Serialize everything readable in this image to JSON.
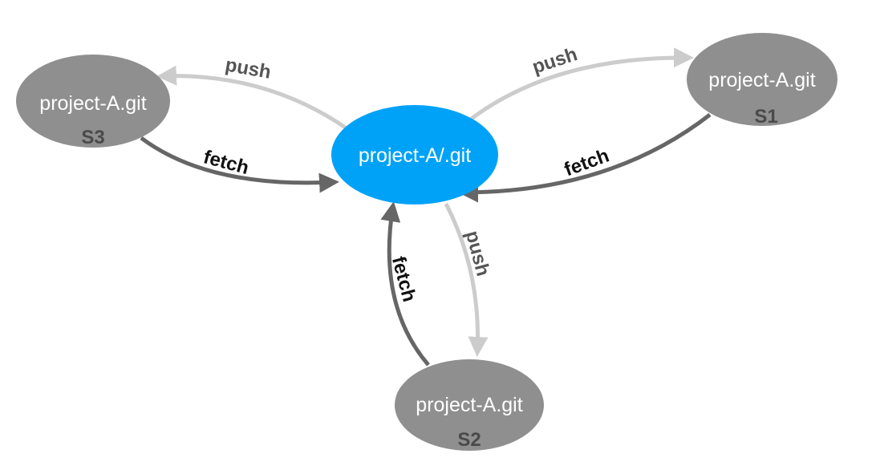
{
  "diagram": {
    "title": "",
    "colors": {
      "local": "#00a2f7",
      "remote": "#8f8f8f",
      "push_edge": "#cccccc",
      "fetch_edge": "#666666",
      "remote_subtitle": "#4a4a4a"
    },
    "nodes": {
      "local": {
        "label": "project-A/.git"
      },
      "s1": {
        "label": "project-A.git",
        "subtitle": "S1"
      },
      "s2": {
        "label": "project-A.git",
        "subtitle": "S2"
      },
      "s3": {
        "label": "project-A.git",
        "subtitle": "S3"
      }
    },
    "edges": {
      "push_s3": {
        "label": "push",
        "from": "project-A/.git",
        "to": "S3"
      },
      "fetch_s3": {
        "label": "fetch",
        "from": "S3",
        "to": "project-A/.git"
      },
      "push_s1": {
        "label": "push",
        "from": "project-A/.git",
        "to": "S1"
      },
      "fetch_s1": {
        "label": "fetch",
        "from": "S1",
        "to": "project-A/.git"
      },
      "push_s2": {
        "label": "push",
        "from": "project-A/.git",
        "to": "S2"
      },
      "fetch_s2": {
        "label": "fetch",
        "from": "S2",
        "to": "project-A/.git"
      }
    }
  }
}
